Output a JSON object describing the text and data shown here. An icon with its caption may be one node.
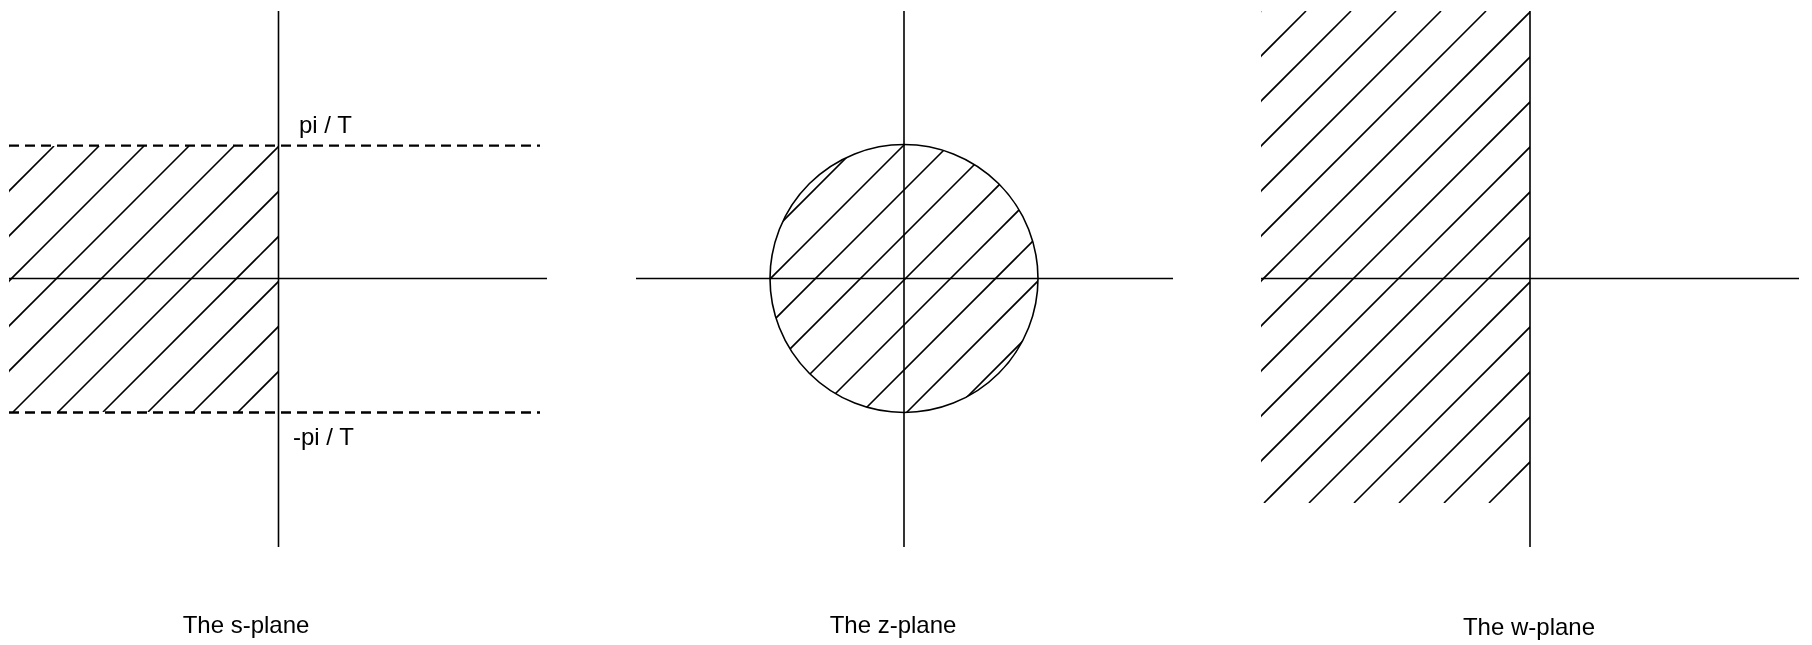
{
  "diagram": {
    "labels": [
      "pi / T",
      "-pi / T",
      "The s-plane",
      "The z-plane",
      "The w-plane"
    ]
  }
}
